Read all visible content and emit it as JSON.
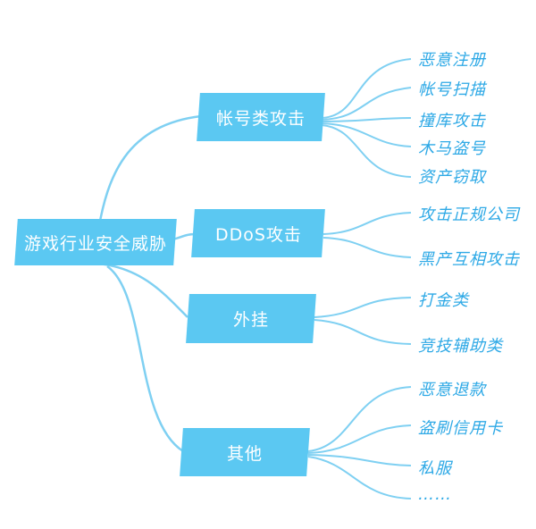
{
  "colors": {
    "box_fill": "#5bc8f2",
    "box_text": "#ffffff",
    "line": "#7fd0f2",
    "leaf_text": "#2ea9e6"
  },
  "root": {
    "label": "游戏行业安全威胁"
  },
  "branches": [
    {
      "label": "帐号类攻击",
      "children": [
        "恶意注册",
        "帐号扫描",
        "撞库攻击",
        "木马盗号",
        "资产窃取"
      ]
    },
    {
      "label": "DDoS攻击",
      "children": [
        "攻击正规公司",
        "黑产互相攻击"
      ]
    },
    {
      "label": "外挂",
      "children": [
        "打金类",
        "竞技辅助类"
      ]
    },
    {
      "label": "其他",
      "children": [
        "恶意退款",
        "盗刷信用卡",
        "私服",
        "……"
      ]
    }
  ]
}
